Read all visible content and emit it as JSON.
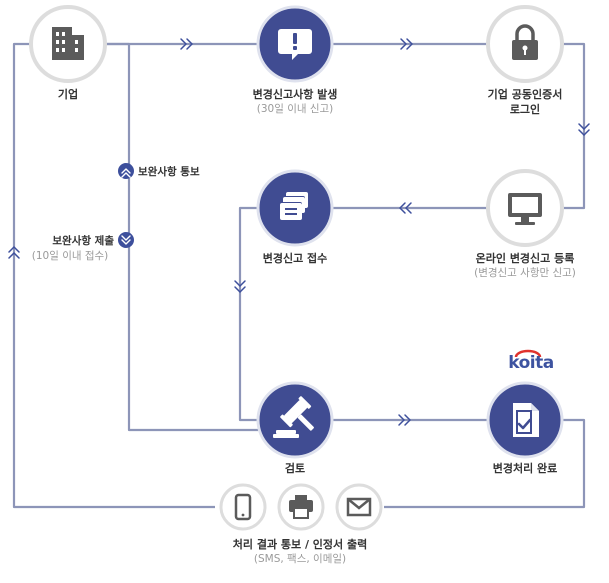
{
  "colors": {
    "line": "#8d95b8",
    "accent": "#3d4f9c",
    "node_dark": "#404c92",
    "node_light_ring": "#dddddd",
    "logo_blue": "#3d53a0",
    "logo_red": "#e0322c"
  },
  "nodes": {
    "company": {
      "label": "기업",
      "icon": "building-icon"
    },
    "change_report": {
      "label": "변경신고사항 발생",
      "sub": "(30일 이내 신고)",
      "icon": "exclamation-icon"
    },
    "cert_login": {
      "label_line1": "기업 공동인증서",
      "label_line2": "로그인",
      "icon": "lock-icon"
    },
    "online_register": {
      "label": "온라인 변경신고 등록",
      "sub": "(변경신고 사항만 신고)",
      "icon": "monitor-icon"
    },
    "receipt": {
      "label": "변경신고 접수",
      "icon": "documents-icon"
    },
    "review": {
      "label": "검토",
      "icon": "gavel-icon"
    },
    "complete": {
      "label": "변경처리 완료",
      "icon": "document-check-icon",
      "logo_text": "koita"
    }
  },
  "side_labels": {
    "notify_supplement": "보완사항 통보",
    "submit_supplement": "보완사항 제출",
    "submit_supplement_sub": "(10일 이내 접수)"
  },
  "bottom": {
    "icons": [
      "phone-icon",
      "printer-icon",
      "mail-icon"
    ],
    "label": "처리 결과 통보 / 인정서 출력",
    "sub": "(SMS, 팩스, 이메일)"
  }
}
